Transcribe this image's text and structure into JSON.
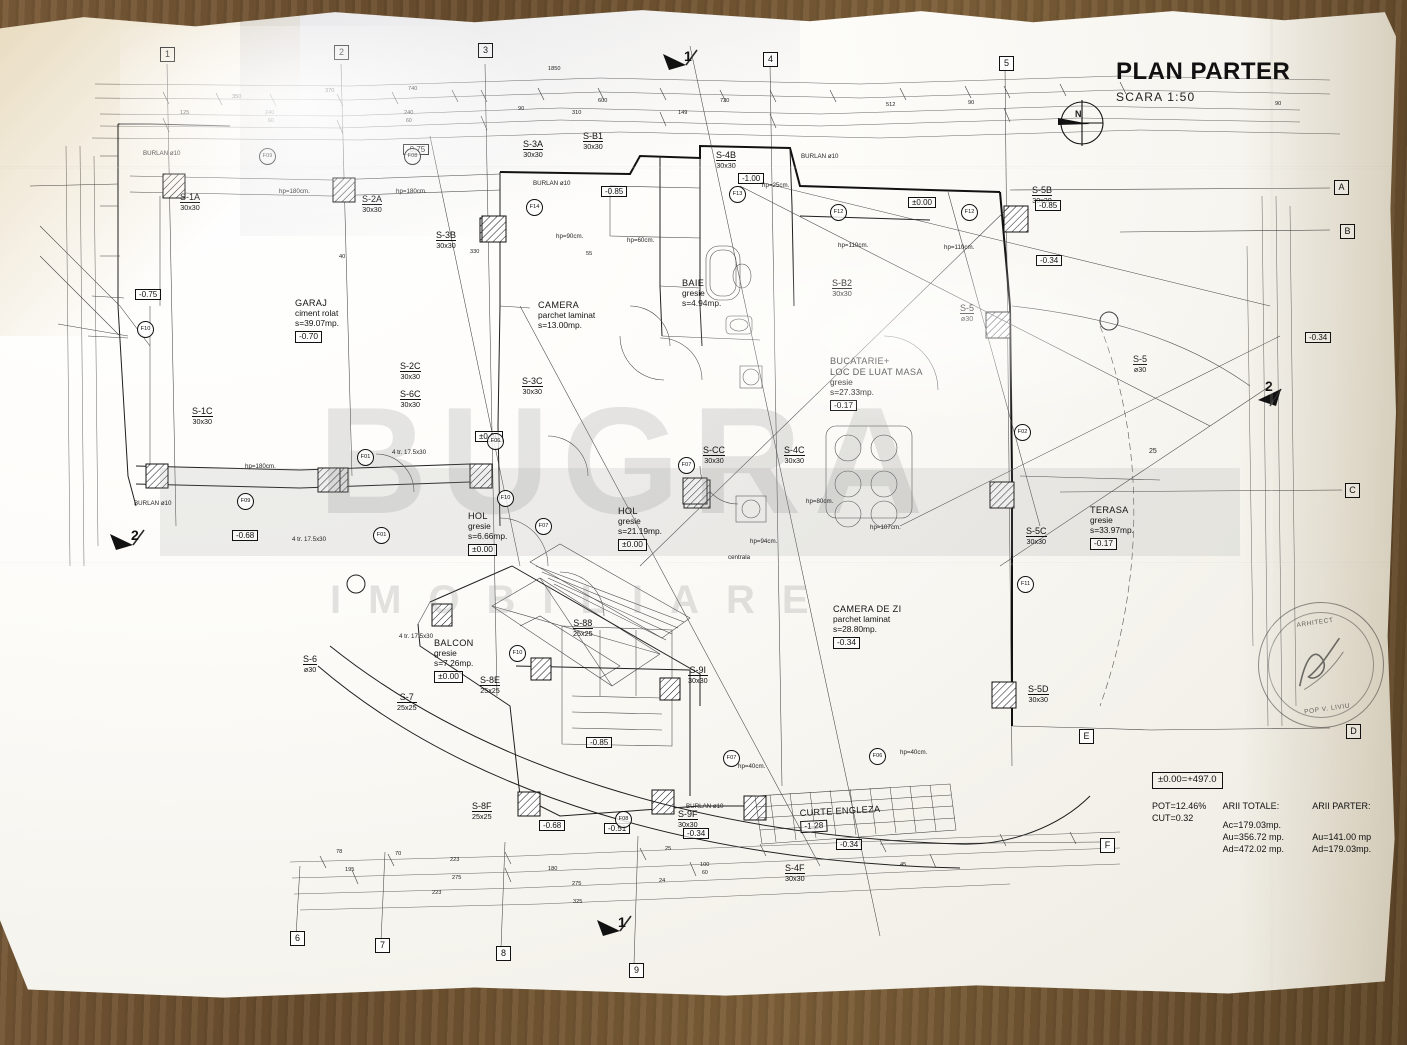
{
  "title": {
    "main": "PLAN PARTER",
    "scale": "SCARA  1:50",
    "north": "N"
  },
  "watermark": {
    "big": "BUGRA",
    "sub": "IMOBILIARE"
  },
  "legend": {
    "datum": "±0.00=+497.0",
    "pot": "POT=12.46%",
    "cut": "CUT=0.32",
    "total_heading": "ARII TOTALE:",
    "total_rows": [
      "Ac=179.03mp.",
      "Au=356.72 mp.",
      "Ad=472.02 mp."
    ],
    "parter_heading": "ARII PARTER:",
    "parter_rows": [
      "Au=141.00 mp",
      "Ad=179.03mp."
    ]
  },
  "rooms": [
    {
      "name": "GARAJ",
      "finish": "ciment rolat",
      "area": "s=39.07mp.",
      "elev": "-0.70"
    },
    {
      "name": "CAMERA",
      "finish": "parchet laminat",
      "area": "s=13.00mp.",
      "elev": ""
    },
    {
      "name": "BAIE",
      "finish": "gresie",
      "area": "s=4.94mp.",
      "elev": ""
    },
    {
      "name": "BUCATARIE+",
      "finish": "LOC DE LUAT MASA",
      "area2": "gresie",
      "area": "s=27.33mp.",
      "elev": "-0.17"
    },
    {
      "name": "HOL",
      "finish": "gresie",
      "area": "s=6.66mp.",
      "elev": "±0.00"
    },
    {
      "name": "HOL",
      "finish": "gresie",
      "area": "s=21.19mp.",
      "elev": "±0.00"
    },
    {
      "name": "CAMERA DE ZI",
      "finish": "parchet laminat",
      "area": "s=28.80mp.",
      "elev": "-0.34"
    },
    {
      "name": "TERASA",
      "finish": "gresie",
      "area": "s=33.97mp.",
      "elev": "-0.17"
    },
    {
      "name": "BALCON",
      "finish": "gresie",
      "area": "s=7.26mp.",
      "elev": "±0.00"
    },
    {
      "name": "CURTE ENGLEZA",
      "finish": "",
      "area": "",
      "elev": "-1.28"
    }
  ],
  "columns": [
    {
      "id": "S-1A",
      "size": "30x30"
    },
    {
      "id": "S-2A",
      "size": "30x30"
    },
    {
      "id": "S-3A",
      "size": "30x30"
    },
    {
      "id": "S-B1",
      "size": "30x30"
    },
    {
      "id": "S-4B",
      "size": "30x30"
    },
    {
      "id": "S-5B",
      "size": "30x30"
    },
    {
      "id": "S-3B",
      "size": "30x30"
    },
    {
      "id": "S-B2",
      "size": "30x30"
    },
    {
      "id": "S-1C",
      "size": "30x30"
    },
    {
      "id": "S-2C",
      "size": "30x30"
    },
    {
      "id": "S-3C",
      "size": "30x30"
    },
    {
      "id": "S-6C",
      "size": "30x30"
    },
    {
      "id": "S-CC",
      "size": "30x30"
    },
    {
      "id": "S-4C",
      "size": "30x30"
    },
    {
      "id": "S-5C",
      "size": "30x30"
    },
    {
      "id": "S-5",
      "size": "ø30"
    },
    {
      "id": "S-5D",
      "size": "30x30"
    },
    {
      "id": "S-6",
      "size": "ø30"
    },
    {
      "id": "S-7",
      "size": "25x25"
    },
    {
      "id": "S-88",
      "size": "25x25"
    },
    {
      "id": "S-8E",
      "size": "25x25"
    },
    {
      "id": "S-8F",
      "size": "25x25"
    },
    {
      "id": "S-9F",
      "size": "30x30"
    },
    {
      "id": "S-9I",
      "size": "30x30"
    },
    {
      "id": "S-4F",
      "size": "30x30"
    }
  ],
  "elevation_marks": [
    "-0.75",
    "-0.70",
    "-0.85",
    "-1.00",
    "±0.00",
    "-0.34",
    "-0.17",
    "-0.68",
    "-0.51",
    "-0.75"
  ],
  "grid_numbers": [
    "1",
    "2",
    "3",
    "4",
    "5",
    "6",
    "7",
    "8",
    "9"
  ],
  "grid_letters": [
    "A",
    "B",
    "C",
    "D",
    "E",
    "F"
  ],
  "section_marks": [
    "1",
    "1",
    "2",
    "2",
    "1",
    "1"
  ],
  "notes": [
    "BURLAN ø10",
    "hp=180cm.",
    "hp=90cm.",
    "hp=110cm.",
    "hp=80cm.",
    "hp=94cm.",
    "hp=107cm.",
    "hp=40cm.",
    "hp=60cm.",
    "hp=25cm.",
    "4 tr. 17.5x30",
    "centrala",
    "25"
  ],
  "window_tags": [
    "F09",
    "F08",
    "F14",
    "F13",
    "F12",
    "F12",
    "F02",
    "F01",
    "F06",
    "F07",
    "F10",
    "F11",
    "F08",
    "F07"
  ],
  "dimensions_top": [
    "1850",
    "370",
    "740",
    "310",
    "600",
    "149",
    "720",
    "512",
    "90"
  ],
  "dimensions_sec": [
    "125",
    "240",
    "60",
    "350",
    "40",
    "240",
    "60",
    "330",
    "55",
    "80",
    "40",
    "90"
  ],
  "dimensions_bottom": [
    "78",
    "70",
    "223",
    "195",
    "275",
    "223",
    "180",
    "275",
    "325",
    "100",
    "60",
    "45",
    "25",
    "24"
  ],
  "stamp": {
    "l1": "POP  V. LIVIU",
    "l2": "ARHITECT"
  }
}
